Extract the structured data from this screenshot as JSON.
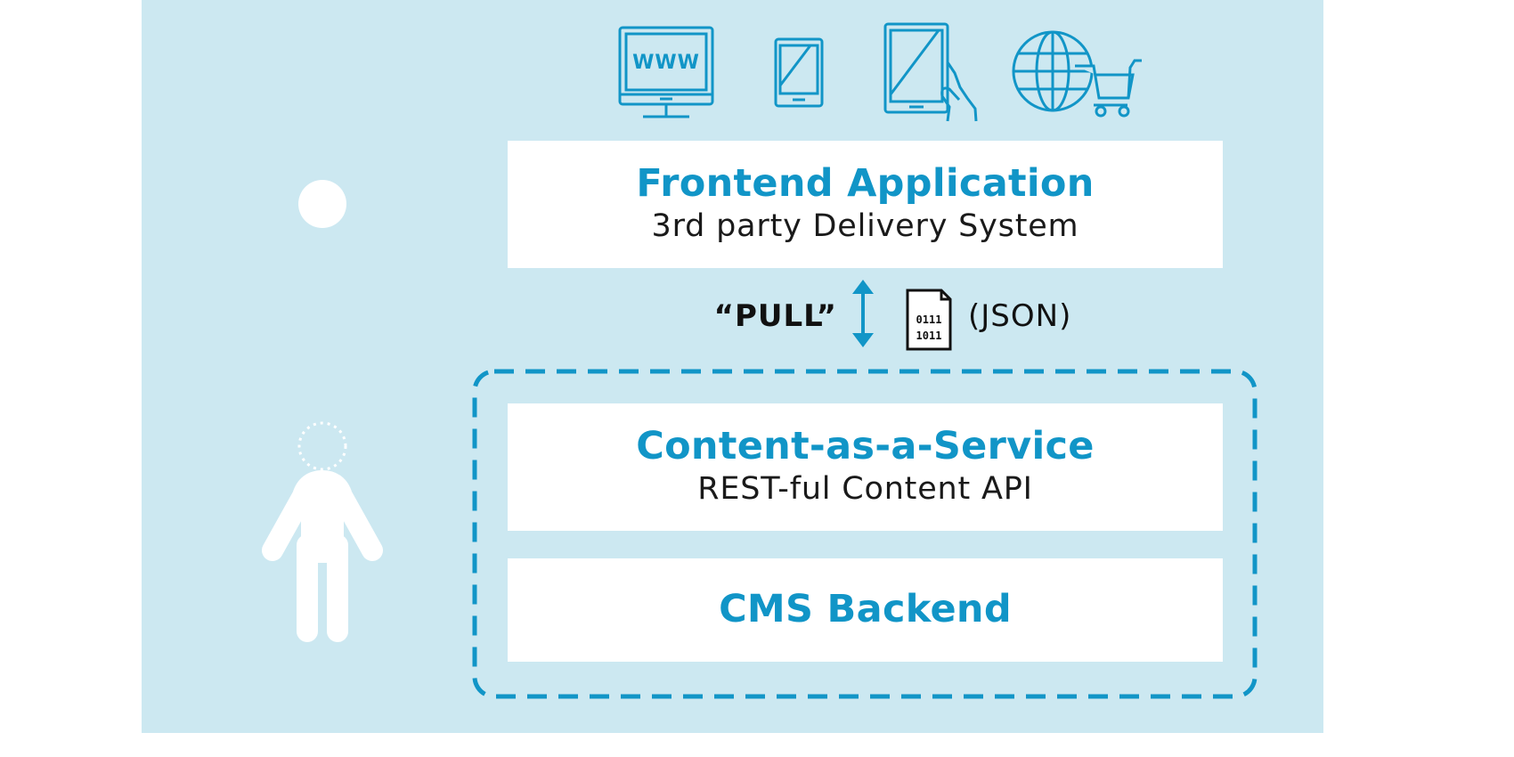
{
  "colors": {
    "panel_background": "#cce8f1",
    "accent": "#1195c7",
    "box_background": "#ffffff",
    "text_dark": "#1a1a1a"
  },
  "devices": {
    "monitor_text": "WWW",
    "icons": [
      "desktop-monitor-icon",
      "smartphone-icon",
      "tablet-in-hand-icon",
      "globe-shopping-cart-icon"
    ]
  },
  "frontend": {
    "title": "Frontend Application",
    "subtitle": "3rd party Delivery System"
  },
  "connection": {
    "pull_label": "“PULL”",
    "format_label": "(JSON)",
    "doc_lines": [
      "0111",
      "1011"
    ]
  },
  "caas": {
    "title": "Content-as-a-Service",
    "subtitle": "REST-ful Content API"
  },
  "cms": {
    "title": "CMS Backend"
  },
  "figures": [
    "person-icon",
    "head-dot-icon"
  ]
}
